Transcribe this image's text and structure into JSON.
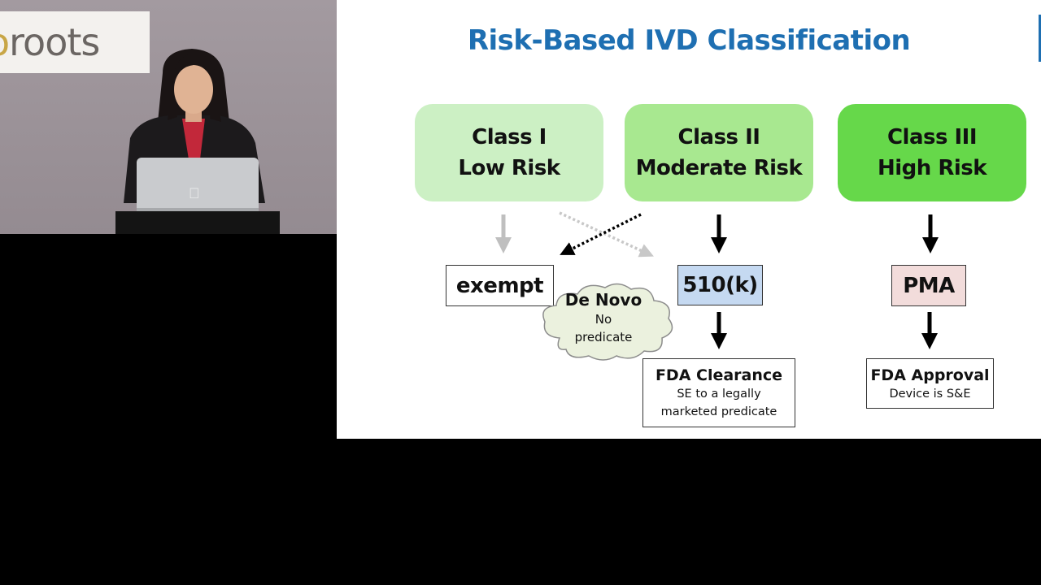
{
  "video": {
    "logo_text_prefix": "o",
    "logo_text_rest": "roots",
    "laptop_logo_icon": "apple-logo-icon"
  },
  "slide": {
    "title": "Risk-Based IVD Classification",
    "accent_color": "#1e6fb2",
    "classes": [
      {
        "line1": "Class I",
        "line2": "Low Risk",
        "color": "#ccf0c4"
      },
      {
        "line1": "Class II",
        "line2": "Moderate Risk",
        "color": "#a8e890"
      },
      {
        "line1": "Class III",
        "line2": "High Risk",
        "color": "#66d84a"
      }
    ],
    "pathways": {
      "exempt": "exempt",
      "k510": "510(k)",
      "pma": "PMA"
    },
    "de_novo": {
      "title": "De Novo",
      "line1": "No",
      "line2": "predicate"
    },
    "clearance": {
      "title": "FDA Clearance",
      "line1": "SE to a legally",
      "line2": "marketed predicate"
    },
    "approval": {
      "title": "FDA Approval",
      "line1": "Device is S&E"
    }
  }
}
